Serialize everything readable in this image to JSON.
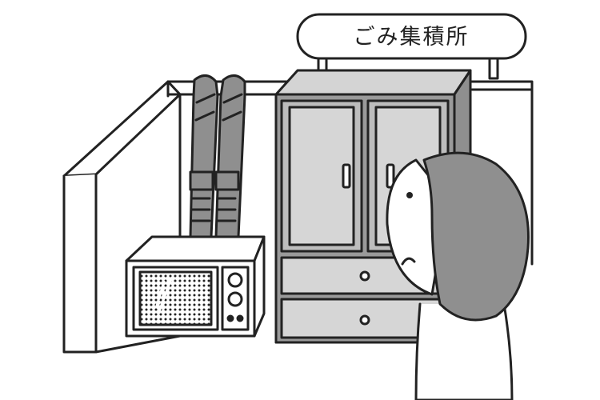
{
  "sign": {
    "text": "ごみ集積所"
  },
  "colors": {
    "outline": "#222222",
    "gray_fill": "#8f8f8f",
    "light_fill": "#c9c9c9",
    "background": "#ffffff"
  },
  "objects": [
    "collection-sign",
    "concrete-wall",
    "pair-of-skis",
    "microwave-oven",
    "cabinet",
    "person-back-view"
  ]
}
